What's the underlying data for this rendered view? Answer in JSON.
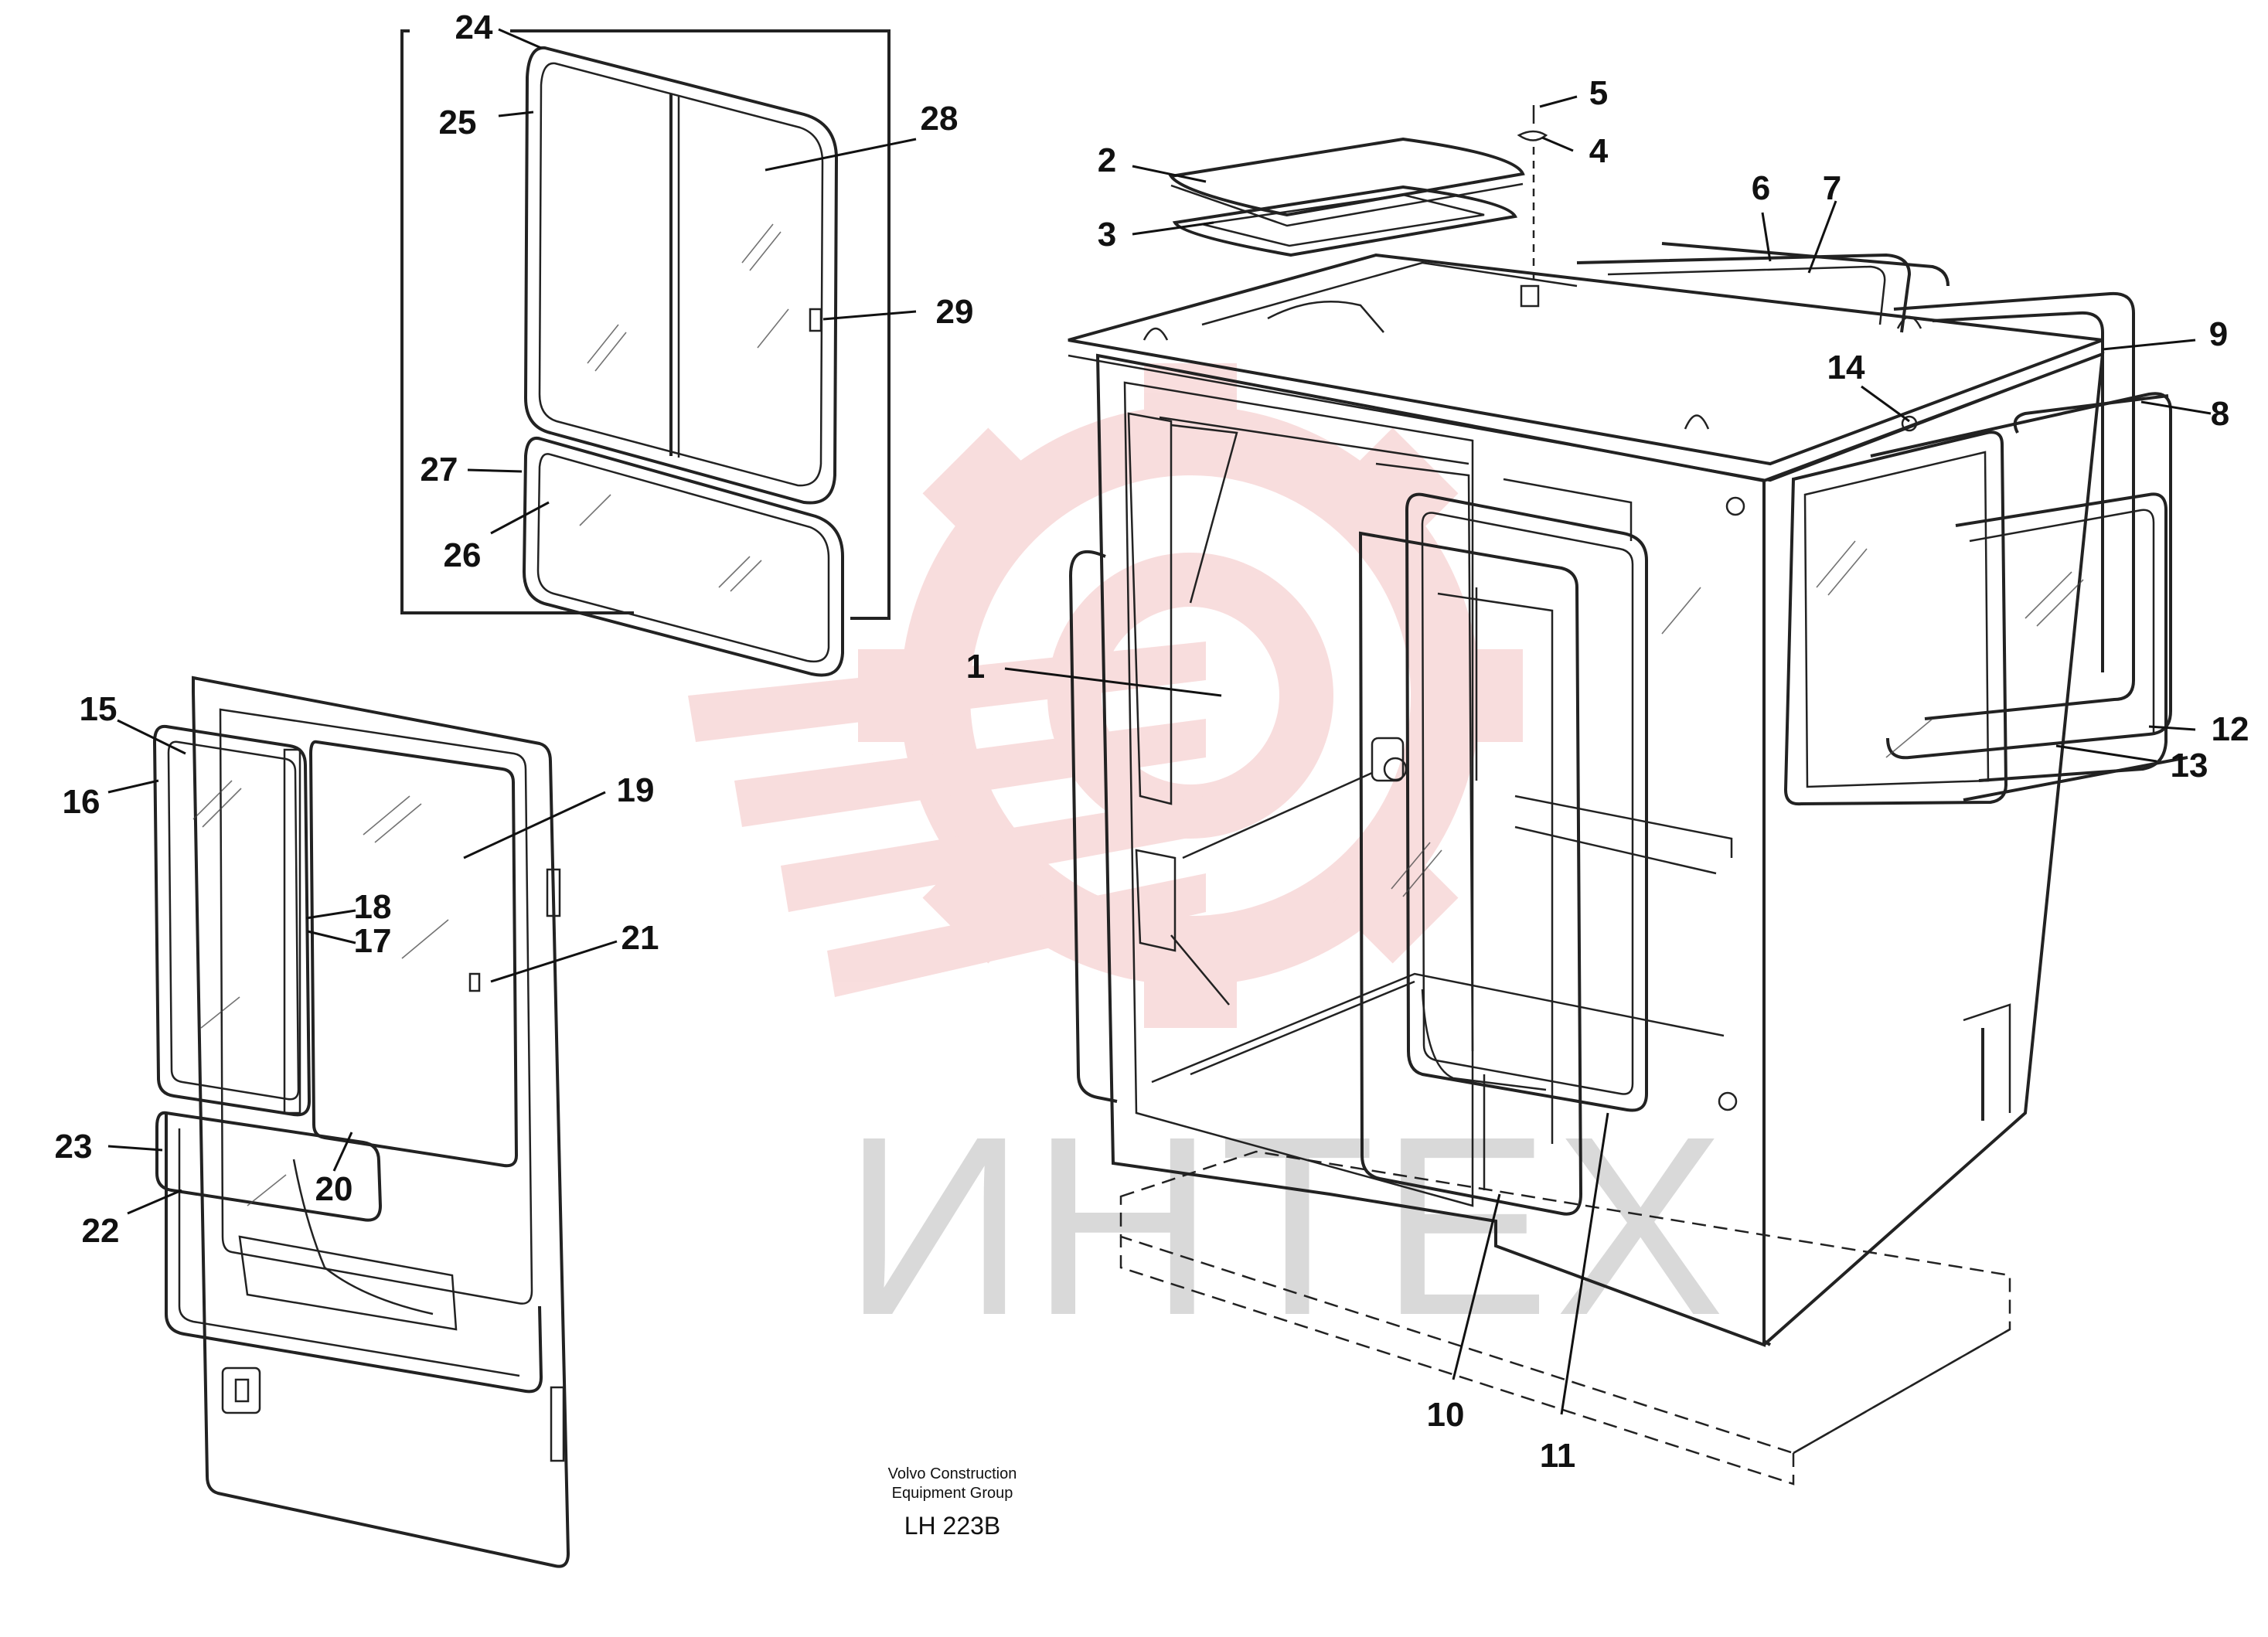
{
  "callouts": [
    "1",
    "2",
    "3",
    "4",
    "5",
    "6",
    "7",
    "8",
    "9",
    "10",
    "11",
    "12",
    "13",
    "14",
    "15",
    "16",
    "17",
    "18",
    "19",
    "20",
    "21",
    "22",
    "23",
    "24",
    "25",
    "26",
    "27",
    "28",
    "29"
  ],
  "caption": {
    "line1": "Volvo Construction",
    "line2": "Equipment Group",
    "code": "LH 223B"
  },
  "watermark": {
    "text": "ИНТЕХ",
    "logo": "gear-logo",
    "logo_color": "#f4c2c2",
    "text_color": "#d9d9d9"
  }
}
